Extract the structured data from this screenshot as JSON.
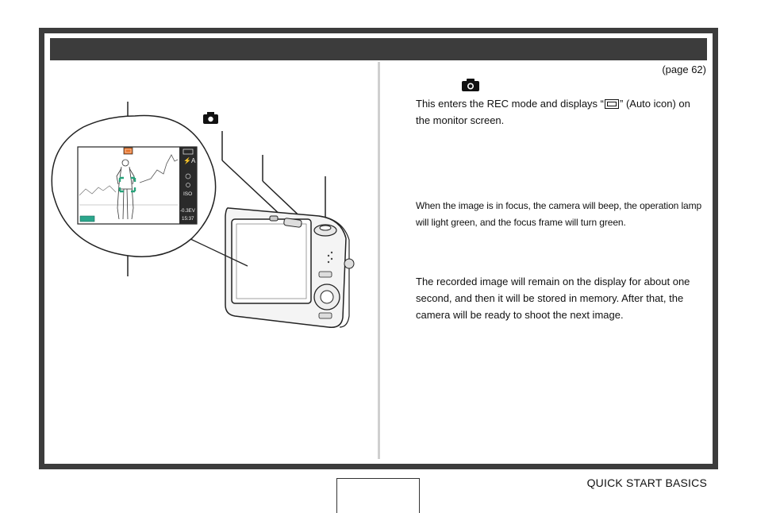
{
  "header": {
    "page_reference": "(page 62)"
  },
  "instructions": {
    "step1_text_before_icon": "This enters the REC mode and displays “",
    "step1_text_after_icon": "” (Auto icon) on the monitor screen.",
    "step2_text": "When the image is in focus, the camera will beep, the operation lamp will light green, and the focus frame will turn green.",
    "step3_text": "The recorded image will remain on the display for about one second, and then it will be stored in memory. After that, the camera will be ready to shoot the next image."
  },
  "monitor_display": {
    "ev_value": "-0.3EV",
    "time": "15:37",
    "iso_label": "ISO",
    "flash_label": "⚡A"
  },
  "footer": {
    "section_title": "QUICK START BASICS"
  },
  "colors": {
    "frame": "#3c3c3c",
    "divider": "#cfcfcf",
    "auto_icon_orange": "#e8742a",
    "focus_green": "#27a27a",
    "battery_teal": "#2ba68c"
  }
}
